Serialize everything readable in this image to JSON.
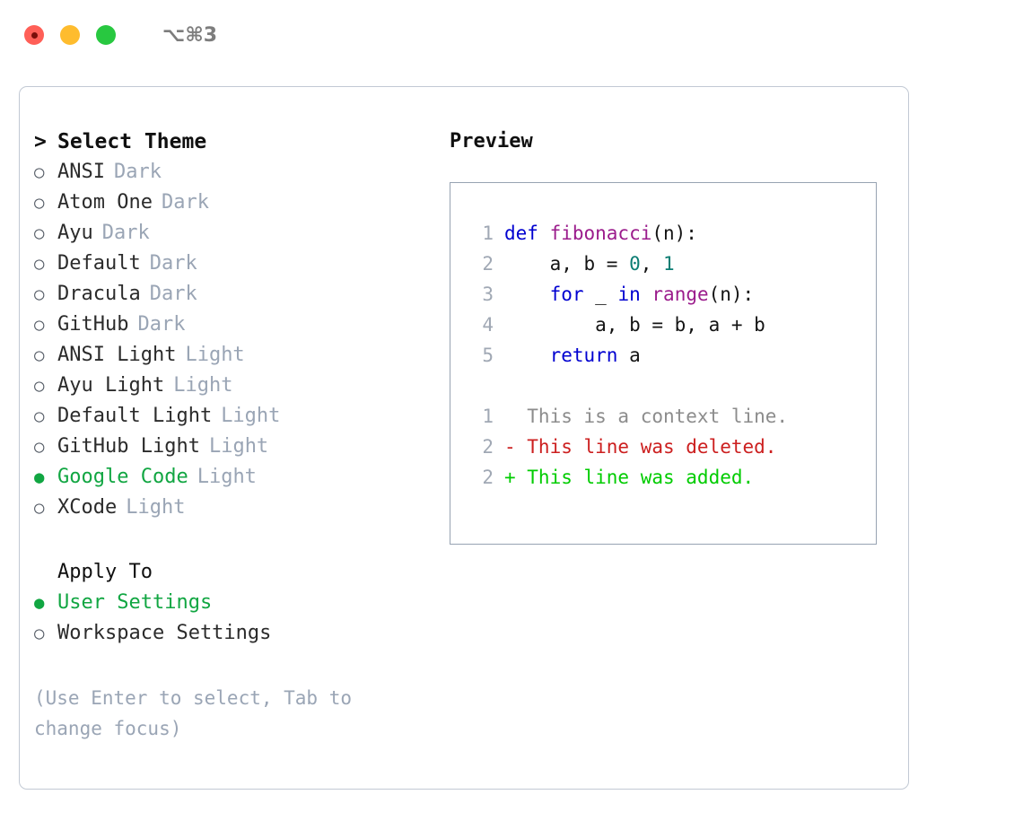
{
  "titlebar": {
    "shortcut": "⌥⌘3",
    "buttons": {
      "close": "close",
      "minimize": "minimize",
      "maximize": "maximize"
    }
  },
  "theme_picker": {
    "header_marker": ">",
    "header": "Select Theme",
    "bullet_selected": "●",
    "bullet_unselected": "○",
    "items": [
      {
        "name": "ANSI",
        "variant": "Dark",
        "selected": false
      },
      {
        "name": "Atom One",
        "variant": "Dark",
        "selected": false
      },
      {
        "name": "Ayu",
        "variant": "Dark",
        "selected": false
      },
      {
        "name": "Default",
        "variant": "Dark",
        "selected": false
      },
      {
        "name": "Dracula",
        "variant": "Dark",
        "selected": false
      },
      {
        "name": "GitHub",
        "variant": "Dark",
        "selected": false
      },
      {
        "name": "ANSI Light",
        "variant": "Light",
        "selected": false
      },
      {
        "name": "Ayu Light",
        "variant": "Light",
        "selected": false
      },
      {
        "name": "Default Light",
        "variant": "Light",
        "selected": false
      },
      {
        "name": "GitHub Light",
        "variant": "Light",
        "selected": false
      },
      {
        "name": "Google Code",
        "variant": "Light",
        "selected": true
      },
      {
        "name": "XCode",
        "variant": "Light",
        "selected": false
      }
    ]
  },
  "apply_to": {
    "header": "Apply To",
    "items": [
      {
        "name": "User Settings",
        "selected": true
      },
      {
        "name": "Workspace Settings",
        "selected": false
      }
    ]
  },
  "hint": "(Use Enter to select, Tab to change focus)",
  "preview": {
    "title": "Preview",
    "code_lines": [
      {
        "ln": "1",
        "tokens": [
          {
            "t": "def ",
            "c": "kw"
          },
          {
            "t": "fibonacci",
            "c": "fn"
          },
          {
            "t": "(n):",
            "c": "pl"
          }
        ]
      },
      {
        "ln": "2",
        "tokens": [
          {
            "t": "    a, b = ",
            "c": "pl"
          },
          {
            "t": "0",
            "c": "num"
          },
          {
            "t": ", ",
            "c": "pl"
          },
          {
            "t": "1",
            "c": "num"
          }
        ]
      },
      {
        "ln": "3",
        "tokens": [
          {
            "t": "    ",
            "c": "pl"
          },
          {
            "t": "for",
            "c": "kw"
          },
          {
            "t": " _ ",
            "c": "pl"
          },
          {
            "t": "in",
            "c": "kw"
          },
          {
            "t": " ",
            "c": "pl"
          },
          {
            "t": "range",
            "c": "fn"
          },
          {
            "t": "(n):",
            "c": "pl"
          }
        ]
      },
      {
        "ln": "4",
        "tokens": [
          {
            "t": "        a, b = b, a + b",
            "c": "pl"
          }
        ]
      },
      {
        "ln": "5",
        "tokens": [
          {
            "t": "    ",
            "c": "pl"
          },
          {
            "t": "return",
            "c": "kw"
          },
          {
            "t": " a",
            "c": "pl"
          }
        ]
      }
    ],
    "diff_lines": [
      {
        "ln": "1",
        "prefix": " ",
        "text": " This is a context line.",
        "kind": "ctx"
      },
      {
        "ln": "2",
        "prefix": "-",
        "text": " This line was deleted.",
        "kind": "del"
      },
      {
        "ln": "2",
        "prefix": "+",
        "text": " This line was added.",
        "kind": "add"
      }
    ]
  },
  "colors": {
    "accent_green": "#11a642",
    "badge_grey": "#9aa5b5",
    "diff_deleted": "#cc1f1f",
    "diff_added": "#00cc00",
    "diff_context": "#8c8c8c",
    "keyword_blue": "#0000d0",
    "function_purple": "#9b1c8c",
    "number_teal": "#0b7d73",
    "frame_border": "#c2c9d4",
    "preview_border": "#97a3b2"
  }
}
